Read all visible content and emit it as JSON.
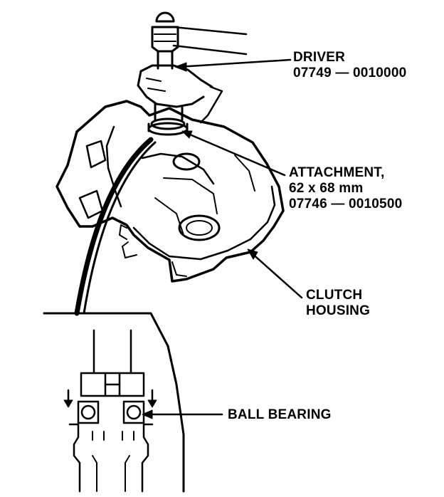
{
  "labels": {
    "driver": {
      "name": "DRIVER",
      "part_number": "07749 — 0010000"
    },
    "attachment": {
      "name": "ATTACHMENT,",
      "size": "62 x 68 mm",
      "part_number": "07746 — 0010500"
    },
    "clutch_housing": {
      "line1": "CLUTCH",
      "line2": "HOUSING"
    },
    "ball_bearing": {
      "name": "BALL BEARING"
    }
  }
}
